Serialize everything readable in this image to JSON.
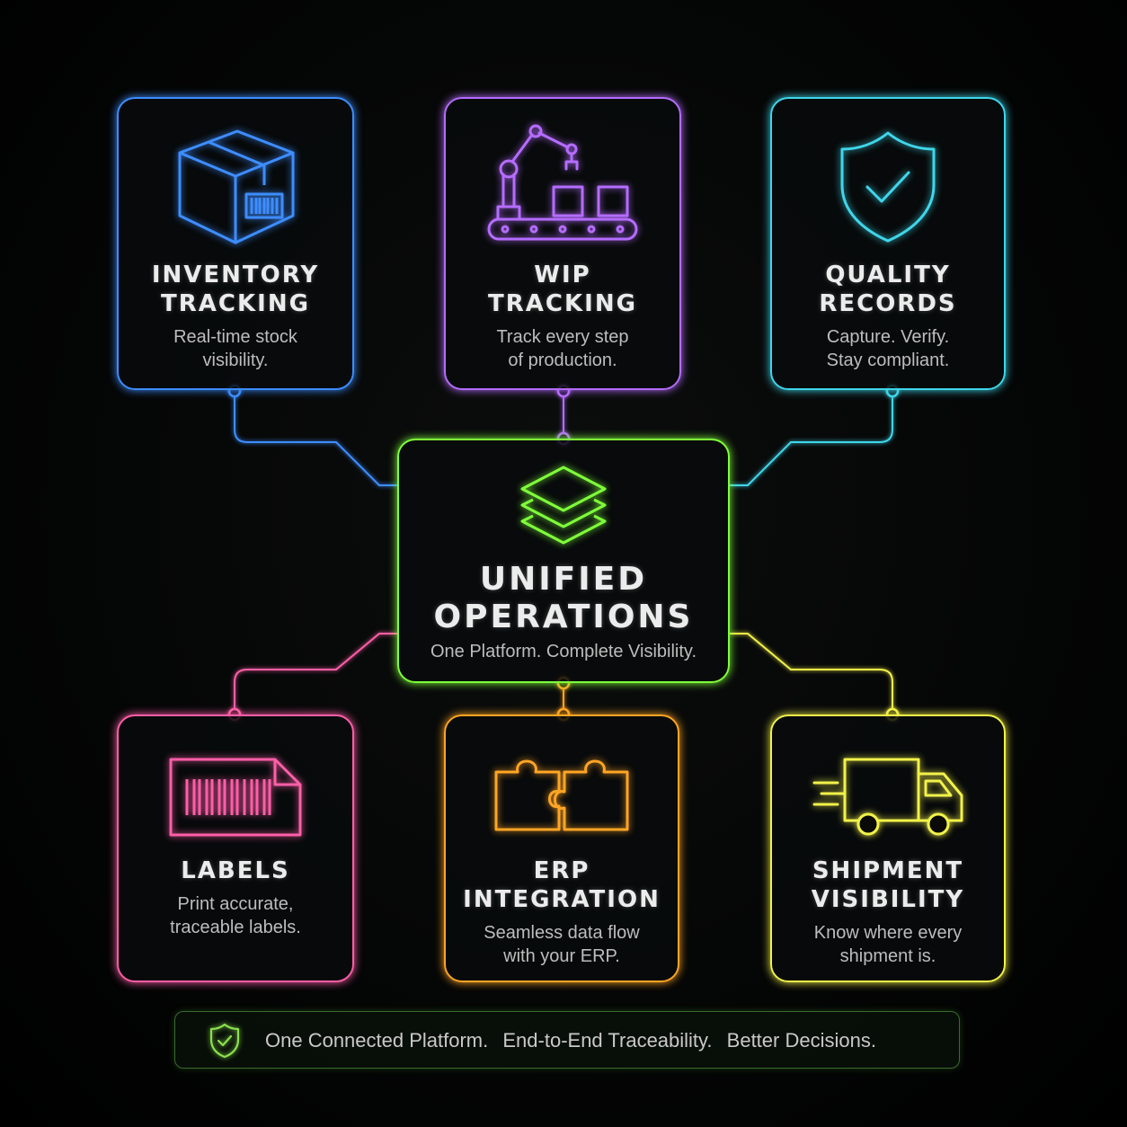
{
  "colors": {
    "inventory": "#3d8dff",
    "wip": "#b56cff",
    "quality": "#3fd6ea",
    "hub": "#7fff3a",
    "labels": "#ff5ea8",
    "erp": "#ffa524",
    "shipment": "#f2f24a",
    "footer_accent": "#8be04e"
  },
  "modules": {
    "inventory": {
      "icon": "box-barcode-icon",
      "title_lines": [
        "INVENTORY",
        "TRACKING"
      ],
      "desc_lines": [
        "Real-time stock",
        "visibility."
      ]
    },
    "wip": {
      "icon": "robot-arm-conveyor-icon",
      "title_lines": [
        "WIP",
        "TRACKING"
      ],
      "desc_lines": [
        "Track every step",
        "of production."
      ]
    },
    "quality": {
      "icon": "shield-check-icon",
      "title_lines": [
        "QUALITY",
        "RECORDS"
      ],
      "desc_lines": [
        "Capture. Verify.",
        "Stay compliant."
      ]
    },
    "labels": {
      "icon": "barcode-label-icon",
      "title_lines": [
        "LABELS"
      ],
      "desc_lines": [
        "Print accurate,",
        "traceable labels."
      ]
    },
    "erp": {
      "icon": "puzzle-pieces-icon",
      "title_lines": [
        "ERP",
        "INTEGRATION"
      ],
      "desc_lines": [
        "Seamless data flow",
        "with your ERP."
      ]
    },
    "shipment": {
      "icon": "delivery-truck-icon",
      "title_lines": [
        "SHIPMENT",
        "VISIBILITY"
      ],
      "desc_lines": [
        "Know where every",
        "shipment is."
      ]
    }
  },
  "hub": {
    "icon": "layers-stack-icon",
    "title_lines": [
      "UNIFIED",
      "OPERATIONS"
    ],
    "subtitle": "One Platform. Complete Visibility."
  },
  "footer": {
    "icon": "shield-check-icon",
    "phrases": [
      "One Connected Platform.",
      "End-to-End Traceability.",
      "Better Decisions."
    ]
  }
}
